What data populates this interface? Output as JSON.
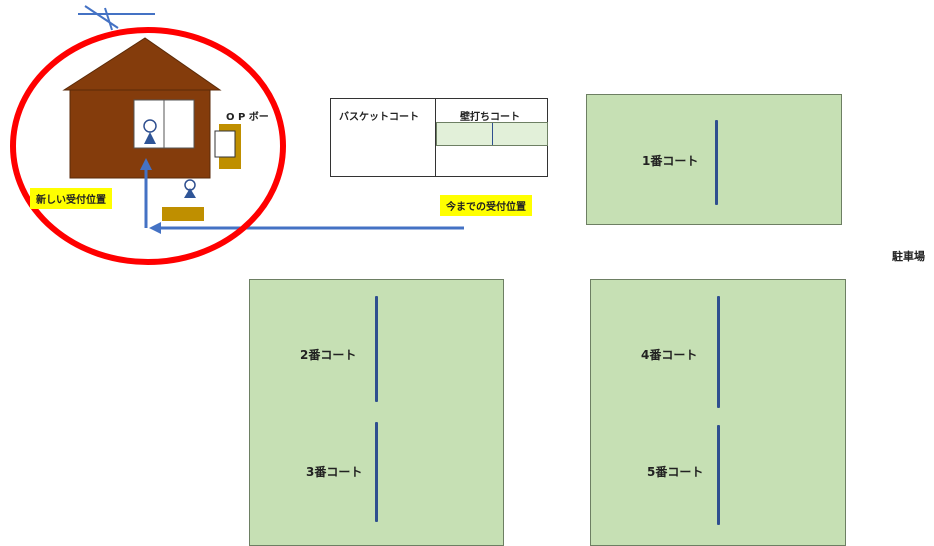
{
  "labels": {
    "op_booth": "O P ボー",
    "new_reception": "新しい受付位置",
    "old_reception": "今までの受付位置",
    "parking": "駐車場",
    "basketball_court": "バスケットコート",
    "wall_court": "壁打ちコート"
  },
  "courts": [
    {
      "label": "1番コート"
    },
    {
      "label": "2番コート"
    },
    {
      "label": "3番コート"
    },
    {
      "label": "4番コート"
    },
    {
      "label": "5番コート"
    }
  ],
  "colors": {
    "court": "#c6e0b4",
    "house": "#843c0c",
    "arrow": "#4472c4",
    "highlight_circle": "#ff0000",
    "label_bg": "#ffff00",
    "booth": "#bf8f00"
  }
}
